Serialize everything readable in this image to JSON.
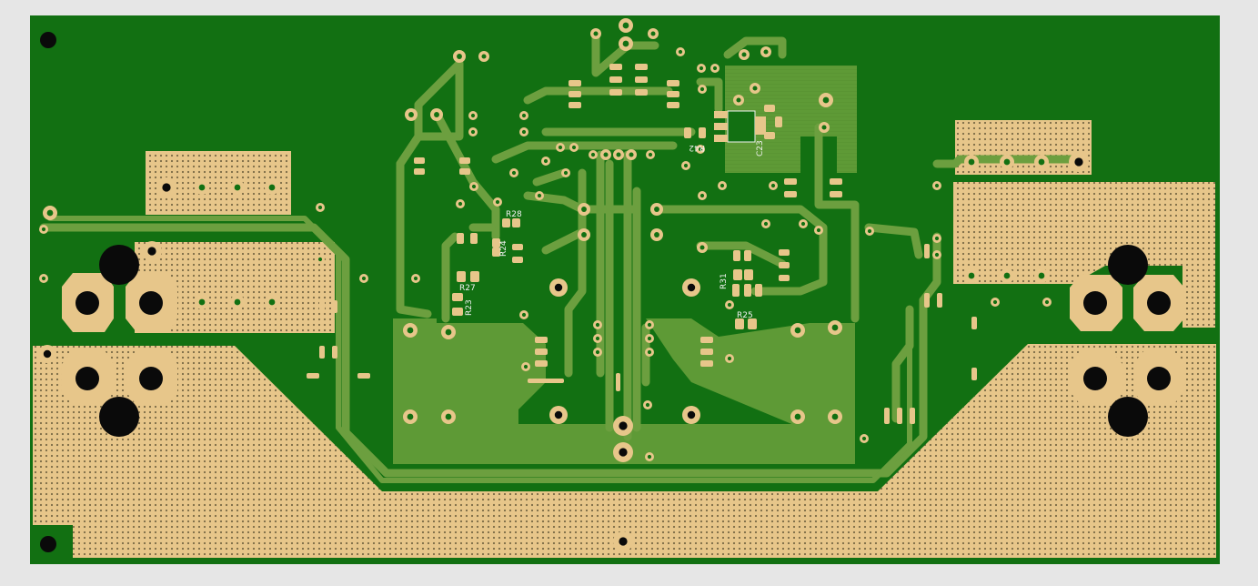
{
  "colors": {
    "background": "#e6e6e6",
    "substrate": "#127012",
    "copper_pour": "#5e9a36",
    "trace": "#6c9f3f",
    "pad": "#e7c68a",
    "hole": "#0a0a0a",
    "silkscreen": "#f2f2f2"
  },
  "labels": {
    "r28": "R28",
    "r24": "R24",
    "r27": "R27",
    "r23": "R23",
    "r42": "R42",
    "c23": "C23",
    "r31": "R31",
    "r25": "R25"
  }
}
